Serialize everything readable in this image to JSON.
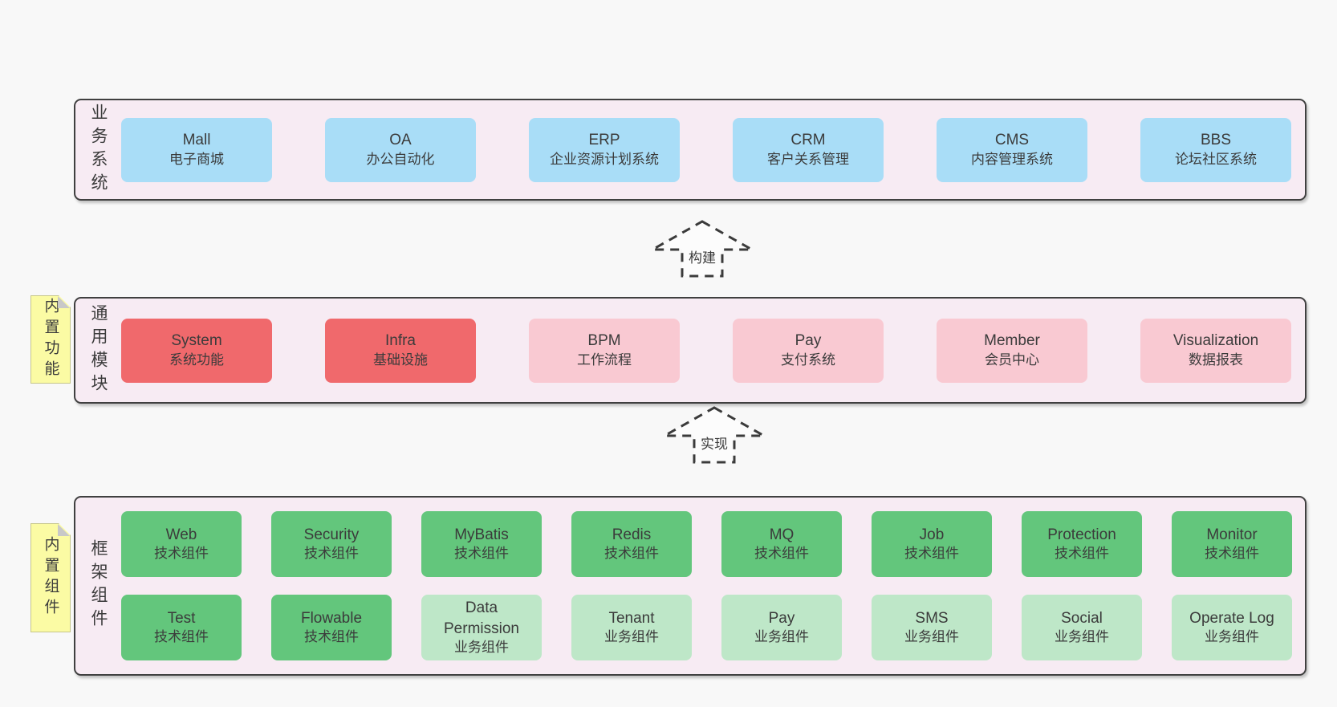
{
  "layers": [
    {
      "label": "业务系统",
      "boxes": [
        {
          "title": "Mall",
          "subtitle": "电子商城"
        },
        {
          "title": "OA",
          "subtitle": "办公自动化"
        },
        {
          "title": "ERP",
          "subtitle": "企业资源计划系统"
        },
        {
          "title": "CRM",
          "subtitle": "客户关系管理"
        },
        {
          "title": "CMS",
          "subtitle": "内容管理系统"
        },
        {
          "title": "BBS",
          "subtitle": "论坛社区系统"
        }
      ]
    },
    {
      "label": "通用模块",
      "note": "内置功能",
      "boxes": [
        {
          "title": "System",
          "subtitle": "系统功能"
        },
        {
          "title": "Infra",
          "subtitle": "基础设施"
        },
        {
          "title": "BPM",
          "subtitle": "工作流程"
        },
        {
          "title": "Pay",
          "subtitle": "支付系统"
        },
        {
          "title": "Member",
          "subtitle": "会员中心"
        },
        {
          "title": "Visualization",
          "subtitle": "数据报表"
        }
      ]
    },
    {
      "label": "框架组件",
      "note": "内置组件",
      "rows": [
        [
          {
            "title": "Web",
            "subtitle": "技术组件"
          },
          {
            "title": "Security",
            "subtitle": "技术组件"
          },
          {
            "title": "MyBatis",
            "subtitle": "技术组件"
          },
          {
            "title": "Redis",
            "subtitle": "技术组件"
          },
          {
            "title": "MQ",
            "subtitle": "技术组件"
          },
          {
            "title": "Job",
            "subtitle": "技术组件"
          },
          {
            "title": "Protection",
            "subtitle": "技术组件"
          },
          {
            "title": "Monitor",
            "subtitle": "技术组件"
          }
        ],
        [
          {
            "title": "Test",
            "subtitle": "技术组件"
          },
          {
            "title": "Flowable",
            "subtitle": "技术组件"
          },
          {
            "title": "Data Permission",
            "subtitle": "业务组件"
          },
          {
            "title": "Tenant",
            "subtitle": "业务组件"
          },
          {
            "title": "Pay",
            "subtitle": "业务组件"
          },
          {
            "title": "SMS",
            "subtitle": "业务组件"
          },
          {
            "title": "Social",
            "subtitle": "业务组件"
          },
          {
            "title": "Operate Log",
            "subtitle": "业务组件"
          }
        ]
      ]
    }
  ],
  "arrows": [
    {
      "label": "构建"
    },
    {
      "label": "实现"
    }
  ],
  "colors": {
    "page_background": "#f8f8f8",
    "layer_background": "#f7ebf3",
    "layer_border": "#404040",
    "business_box": "#a9ddf7",
    "core_module_box": "#f0696c",
    "optional_module_box": "#f9c9d2",
    "tech_component_box": "#63c67c",
    "biz_component_box": "#bee7c8",
    "sticky_note": "#fbfba4",
    "text": "#3b3b3b"
  }
}
